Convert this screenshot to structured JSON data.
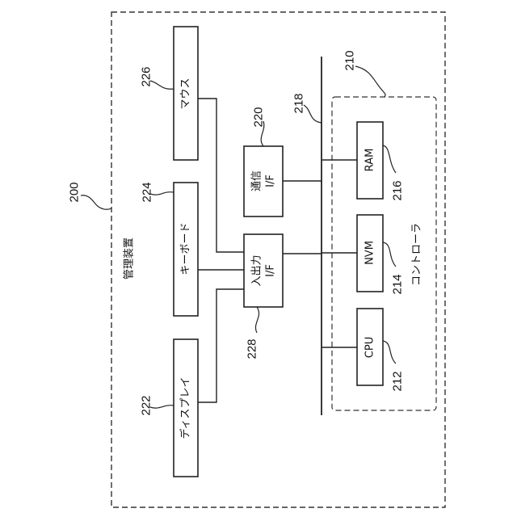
{
  "device": {
    "ref": "200",
    "title": "管理装置"
  },
  "controller": {
    "ref": "210",
    "title": "コントローラ"
  },
  "bus": {
    "ref": "218"
  },
  "components": {
    "mouse": {
      "ref": "226",
      "label": "マウス"
    },
    "keyboard": {
      "ref": "224",
      "label": "キーボード"
    },
    "display": {
      "ref": "222",
      "label": "ディスプレイ"
    },
    "comm_if": {
      "ref": "220",
      "label_line1": "通信",
      "label_line2": "I/F"
    },
    "io_if": {
      "ref": "228",
      "label_line1": "入出力",
      "label_line2": "I/F"
    },
    "ram": {
      "ref": "216",
      "label": "RAM"
    },
    "nvm": {
      "ref": "214",
      "label": "NVM"
    },
    "cpu": {
      "ref": "212",
      "label": "CPU"
    }
  }
}
